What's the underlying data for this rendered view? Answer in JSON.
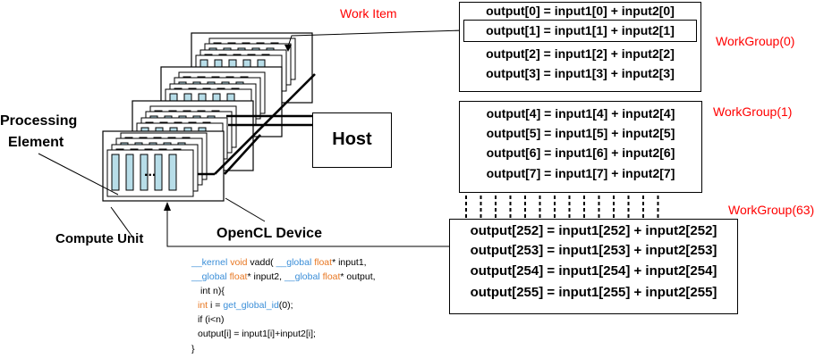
{
  "labels": {
    "work_item": "Work Item",
    "processing_element": [
      "Processing",
      "Element"
    ],
    "compute_unit": "Compute Unit",
    "opencl_device": "OpenCL Device",
    "host": "Host",
    "ellipsis": "..."
  },
  "workgroups": [
    {
      "name": "WorkGroup(0)",
      "lines": [
        "output[0] = input1[0] + input2[0]",
        "output[1] = input1[1] + input2[1]",
        "output[2] = input1[2] + input2[2]",
        "output[3] = input1[3] + input2[3]"
      ]
    },
    {
      "name": "WorkGroup(1)",
      "lines": [
        "output[4] = input1[4] + input2[4]",
        "output[5] = input1[5] + input2[5]",
        "output[6] = input1[6] + input2[6]",
        "output[7] = input1[7] + input2[7]"
      ]
    },
    {
      "name": "WorkGroup(63)",
      "lines": [
        "output[252] = input1[252] + input2[252]",
        "output[253] = input1[253] + input2[253]",
        "output[254] = input1[254] + input2[254]",
        "output[255] = input1[255] + input2[255]"
      ]
    }
  ],
  "code": {
    "l1": {
      "a": "__kernel",
      "b": " ",
      "c": "void",
      "d": " vadd( ",
      "e": "__global",
      "f": " ",
      "g": "float",
      "h": "* input1,"
    },
    "l2": {
      "a": "__global",
      "b": " ",
      "c": "float",
      "d": "* input2, ",
      "e": "__global",
      "f": " ",
      "g": "float",
      "h": "* output,"
    },
    "l3": "int n){",
    "l4": {
      "a": "int",
      "b": " i = ",
      "c": "get_global_id",
      "d": "(0);"
    },
    "l5": "if (i<n)",
    "l6": "output[i] = input1[i]+input2[i];",
    "l7": "}"
  },
  "colors": {
    "accent_red": "#ff0000",
    "pe_fill": "#b7dde8",
    "keyword_orange": "#e87722",
    "keyword_blue": "#3a8ed8"
  }
}
